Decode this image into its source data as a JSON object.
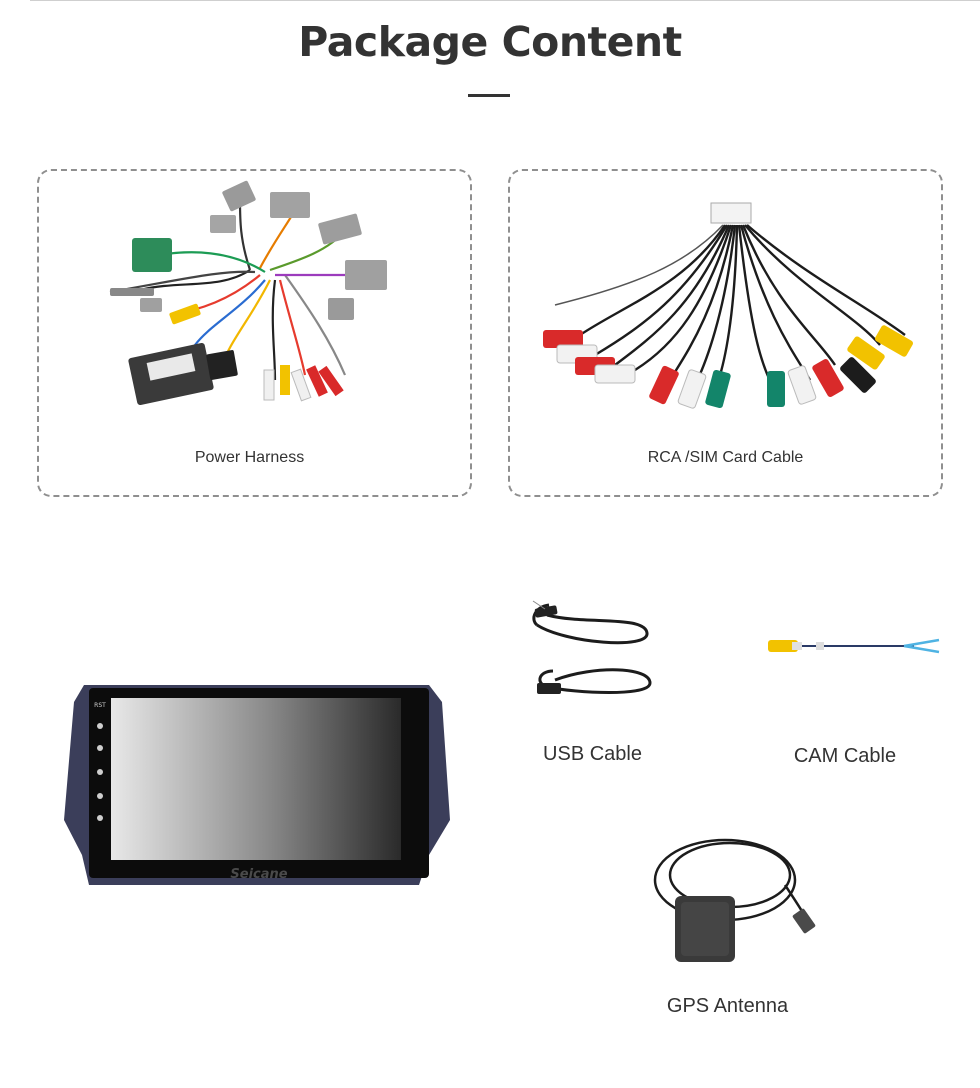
{
  "page": {
    "title": "Package Content"
  },
  "items": {
    "power_harness": "Power Harness",
    "rca_cable": "RCA /SIM Card Cable",
    "usb_cable": "USB Cable",
    "cam_cable": "CAM Cable",
    "gps_antenna": "GPS Antenna"
  },
  "head_unit": {
    "brand": "Seicane",
    "side_label": "RST"
  },
  "colors": {
    "title": "#333333",
    "dashed_border": "#8f8f8f",
    "rca_red": "#d92a2a",
    "rca_white": "#f2f2f2",
    "rca_yellow": "#f2c200",
    "rca_green": "#13856a",
    "cable": "#1c1c1c"
  }
}
